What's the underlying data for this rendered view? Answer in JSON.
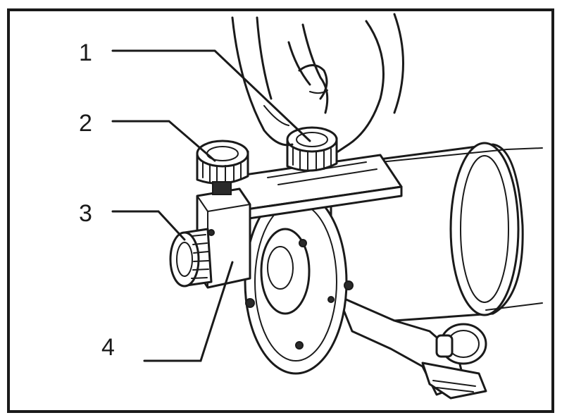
{
  "figure": {
    "callouts": [
      {
        "id": "1",
        "label": "1"
      },
      {
        "id": "2",
        "label": "2"
      },
      {
        "id": "3",
        "label": "3"
      },
      {
        "id": "4",
        "label": "4"
      }
    ]
  },
  "colors": {
    "ink": "#1a1a1a",
    "paper": "#ffffff"
  }
}
